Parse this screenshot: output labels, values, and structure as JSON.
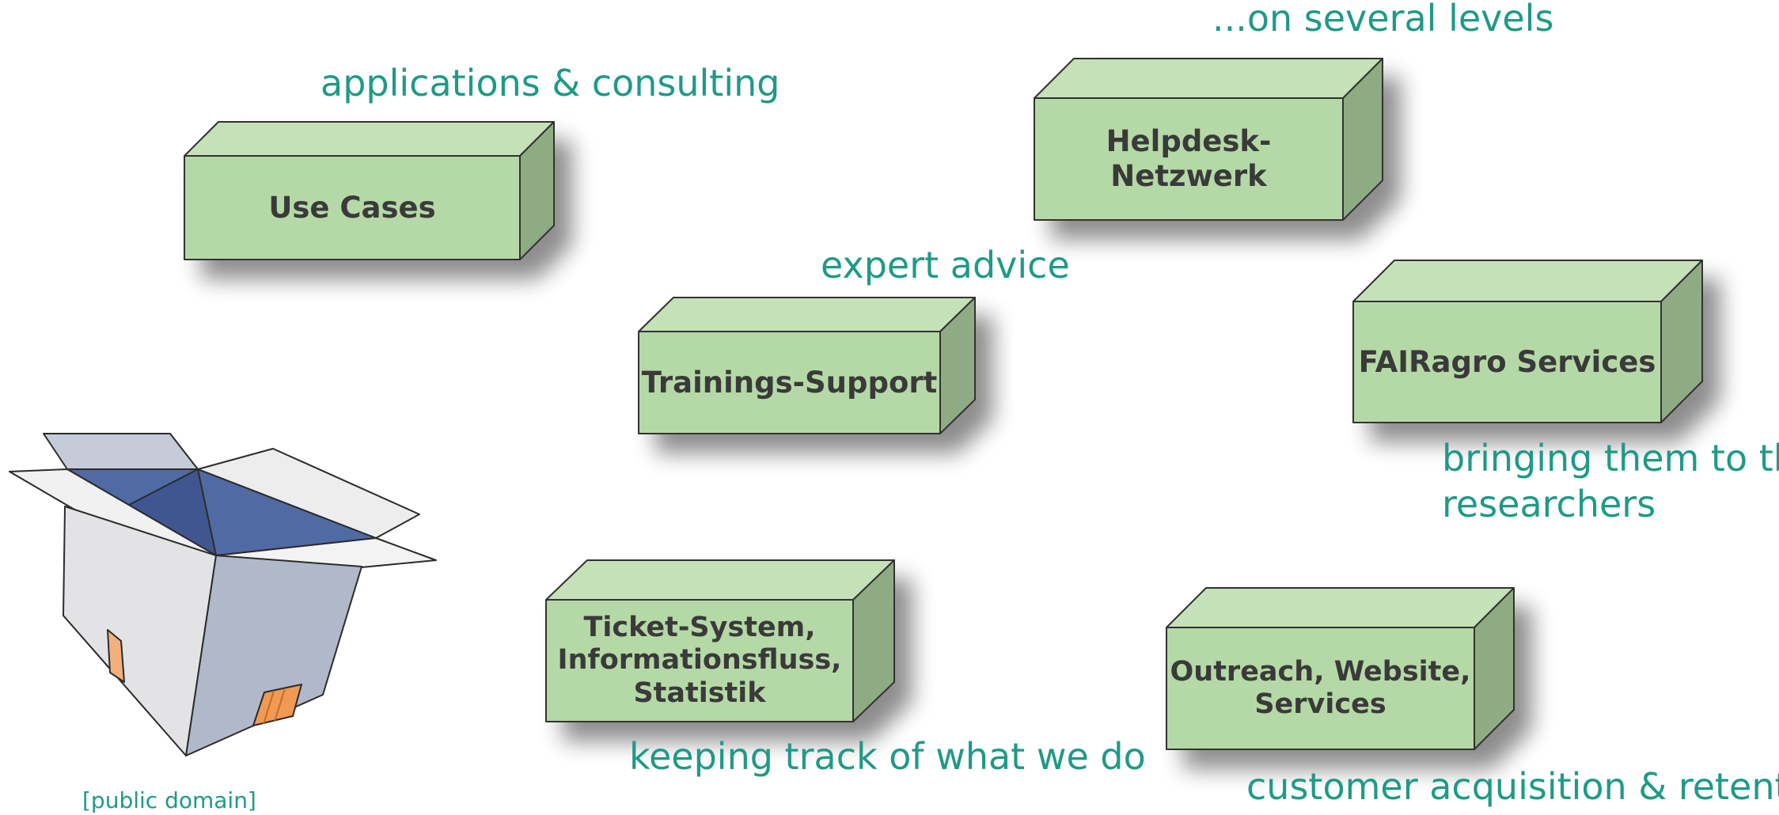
{
  "captions": {
    "several_levels": "...on several levels",
    "applications": "applications & consulting",
    "expert_advice": "expert advice",
    "bringing_line1": "bringing them to the",
    "bringing_line2": "researchers",
    "keeping_track": "keeping track of what we do",
    "customer": "customer acquisition & retention",
    "public_domain": "[public domain]"
  },
  "boxes": {
    "use_cases": "Use Cases",
    "helpdesk": "Helpdesk-Netzwerk",
    "trainings": "Trainings-Support",
    "fairagro": "FAIRagro Services",
    "ticket": "Ticket-System,\nInformationsfluss,\nStatistik",
    "outreach": "Outreach, Website,\nServices"
  },
  "colors": {
    "caption": "#1f9a86",
    "box_front": "#b5d9a6",
    "box_top": "#c5e1b8",
    "box_side": "#8fab83",
    "box_text": "#3a3a3a"
  },
  "icons": {
    "open_box": "open-cardboard-box-icon"
  }
}
